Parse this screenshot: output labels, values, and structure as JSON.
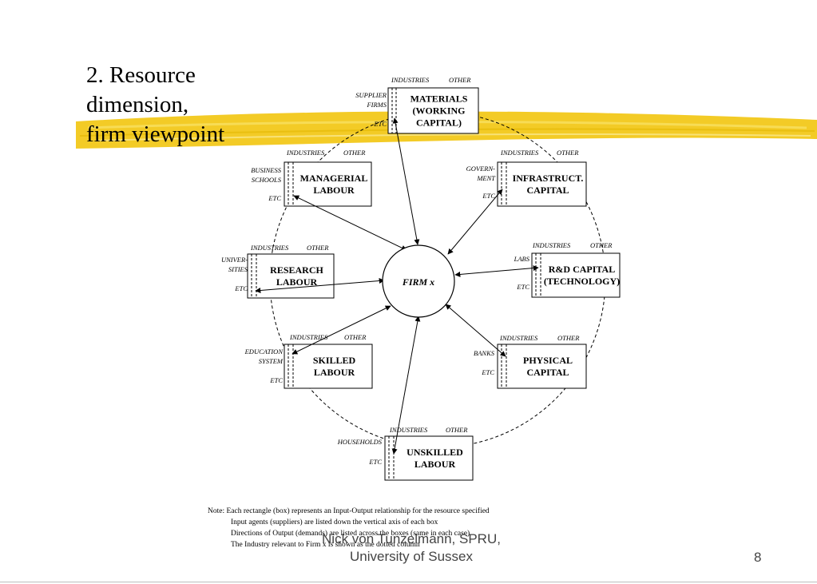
{
  "title": {
    "lines": [
      "2. Resource",
      "dimension,",
      "firm viewpoint"
    ]
  },
  "center": {
    "label": "FIRM x"
  },
  "boxes": [
    {
      "id": "materials",
      "lines": [
        "MATERIALS",
        "(WORKING",
        "CAPITAL)"
      ],
      "top_left": "INDUSTRIES",
      "top_right": "OTHER",
      "side": [
        "SUPPLIER",
        "FIRMS"
      ],
      "etc": "ETC"
    },
    {
      "id": "managerial",
      "lines": [
        "MANAGERIAL",
        "LABOUR"
      ],
      "top_left": "INDUSTRIES",
      "top_right": "OTHER",
      "side": [
        "BUSINESS",
        "SCHOOLS"
      ],
      "etc": "ETC"
    },
    {
      "id": "infrastruct",
      "lines": [
        "INFRASTRUCT.",
        "CAPITAL"
      ],
      "top_left": "INDUSTRIES",
      "top_right": "OTHER",
      "side": [
        "GOVERN-",
        "MENT"
      ],
      "etc": "ETC"
    },
    {
      "id": "research",
      "lines": [
        "RESEARCH",
        "LABOUR"
      ],
      "top_left": "INDUSTRIES",
      "top_right": "OTHER",
      "side": [
        "UNIVER-",
        "SITIES"
      ],
      "etc": "ETC"
    },
    {
      "id": "rnd",
      "lines": [
        "R&D CAPITAL",
        "(TECHNOLOGY)"
      ],
      "top_left": "INDUSTRIES",
      "top_right": "OTHER",
      "side": [
        "LABS"
      ],
      "etc": "ETC"
    },
    {
      "id": "skilled",
      "lines": [
        "SKILLED",
        "LABOUR"
      ],
      "top_left": "INDUSTRIES",
      "top_right": "OTHER",
      "side": [
        "EDUCATION",
        "SYSTEM"
      ],
      "etc": "ETC"
    },
    {
      "id": "physical",
      "lines": [
        "PHYSICAL",
        "CAPITAL"
      ],
      "top_left": "INDUSTRIES",
      "top_right": "OTHER",
      "side": [
        "BANKS"
      ],
      "etc": "ETC"
    },
    {
      "id": "unskilled",
      "lines": [
        "UNSKILLED",
        "LABOUR"
      ],
      "top_left": "INDUSTRIES",
      "top_right": "OTHER",
      "side": [
        "HOUSEHOLDS"
      ],
      "etc": "ETC"
    }
  ],
  "note": {
    "lines": [
      "Note: Each rectangle (box) represents an Input-Output relationship for the resource specified",
      "Input agents (suppliers) are listed down the vertical axis of each box",
      "Directions of Output (demands) are listed across the boxes (same in each case)",
      "The Industry relevant to Firm x is shown as the dotted column"
    ]
  },
  "footer": {
    "lines": [
      "Nick von Tunzelmann, SPRU,",
      "University of Sussex"
    ],
    "page": "8"
  },
  "colors": {
    "highlight": "#f2c81a",
    "footer_text": "#444444",
    "line": "#000000"
  }
}
